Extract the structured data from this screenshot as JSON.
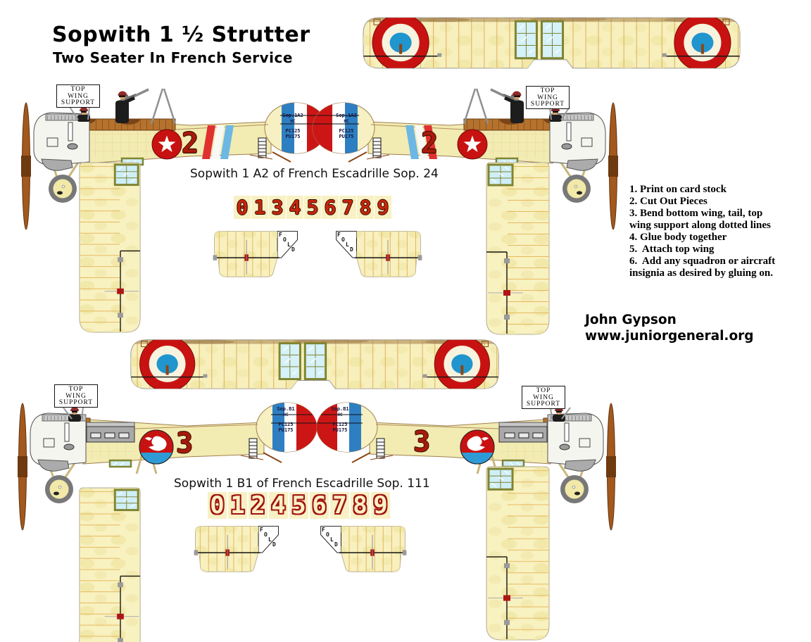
{
  "title": {
    "line1": "Sopwith 1 ½ Strutter",
    "line2": "Two Seater In French Service"
  },
  "instructions": {
    "lines": [
      "1. Print on card stock",
      "2. Cut Out Pieces",
      "3. Bend bottom wing, tail, top",
      "wing support along dotted lines",
      "4. Glue body together",
      "5.  Attach top wing",
      "6.  Add any squadron or aircraft",
      "insignia as desired by gluing on."
    ]
  },
  "credit": {
    "name": "John Gypson",
    "url": "www.juniorgeneral.org"
  },
  "labels": {
    "sign": [
      "TOP",
      "WING",
      "SUPPORT"
    ],
    "fold": [
      "F",
      "O",
      "L",
      "D"
    ]
  },
  "plane1": {
    "caption": "Sopwith 1 A2 of French Escadrille Sop. 24",
    "fuselage_number": "2",
    "tail": {
      "line1": "Sop.1A2",
      "line2": "HC",
      "line3": "PC125",
      "line4": "PU175"
    },
    "digits": [
      "0",
      "1",
      "3",
      "4",
      "5",
      "6",
      "7",
      "8",
      "9"
    ]
  },
  "plane2": {
    "caption": "Sopwith 1 B1 of French Escadrille Sop. 111",
    "fuselage_number": "3",
    "tail": {
      "line1": "Sop.B1",
      "line2": "HC",
      "line3": "PC125",
      "line4": "PU175"
    },
    "digits": [
      "0",
      "1",
      "2",
      "4",
      "5",
      "6",
      "7",
      "8",
      "9"
    ]
  },
  "colors": {
    "cream": "#F7EFBC",
    "rib_tan": "#DFAF58",
    "insignia_red": "#C81212",
    "insignia_blue": "#2095CE",
    "tail_blue": "#2E7FC2",
    "stripe_blue": "#6CB7E4",
    "window_frame_olive": "#7F8430",
    "window_glass": "#CFEFF8",
    "wood_brown": "#B5722D",
    "metal_gray": "#ABABAB",
    "propeller_brown": "#A3581D",
    "digit_red": "#C8260C",
    "stencil_red": "#A21212"
  }
}
